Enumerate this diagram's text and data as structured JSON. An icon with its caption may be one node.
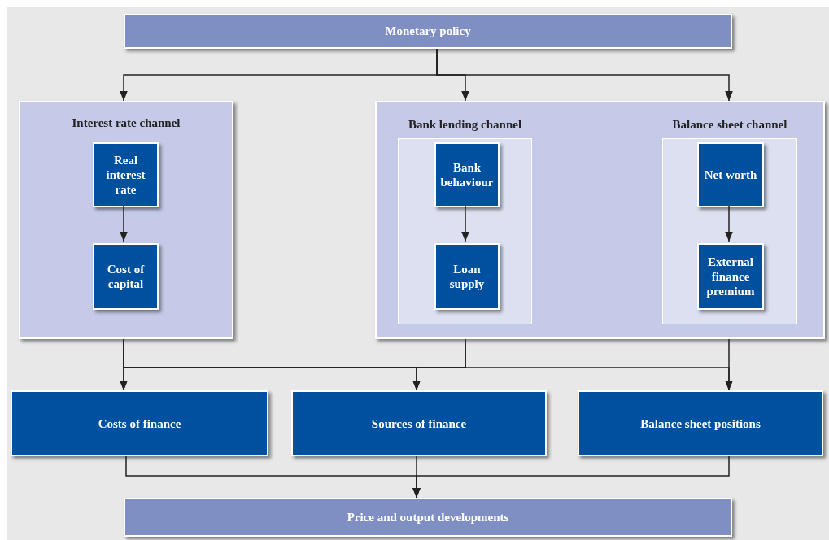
{
  "diagram": {
    "nodes": [
      {
        "text": [
          "Monetary policy"
        ]
      },
      {
        "text": [
          "Interest rate channel"
        ]
      },
      {
        "text": [
          "Real interest rate"
        ],
        "in": 1
      },
      {
        "text": [
          "Cost of capital"
        ],
        "in": 1
      },
      {
        "text": [],
        "shape": "box"
      },
      {
        "text": [
          "Bank lending channel"
        ],
        "in": 4
      },
      {
        "text": [
          "Bank behaviour"
        ],
        "in": 5
      },
      {
        "text": [
          "Loan supply"
        ],
        "in": 5
      },
      {
        "text": [
          "Balance sheet channel"
        ],
        "in": 4
      },
      {
        "text": [
          "Net worth"
        ],
        "in": 8
      },
      {
        "text": [
          "External finance premium"
        ],
        "in": 8
      },
      {
        "text": [
          "Costs of finance"
        ]
      },
      {
        "text": [
          "Sources of finance"
        ]
      },
      {
        "text": [
          "Balance sheet positions"
        ]
      },
      {
        "text": [
          "Price and output developments"
        ]
      }
    ],
    "edges": [
      {
        "from": 0,
        "to": 1,
        "arrow": "to"
      },
      {
        "from": 0,
        "to": 4,
        "arrow": "to"
      },
      {
        "from": 0,
        "to": 4,
        "arrow": "to"
      },
      {
        "from": 2,
        "to": 3,
        "arrow": "to"
      },
      {
        "from": 6,
        "to": 7,
        "arrow": "to"
      },
      {
        "from": 9,
        "to": 10,
        "arrow": "to"
      },
      {
        "from": 1,
        "to": 11,
        "arrow": "to"
      },
      {
        "from": 1,
        "to": 12,
        "arrow": "to"
      },
      {
        "from": 1,
        "to": 13,
        "arrow": "to"
      },
      {
        "from": 4,
        "to": 11,
        "arrow": "to"
      },
      {
        "from": 4,
        "to": 12,
        "arrow": "to"
      },
      {
        "from": 4,
        "to": 13,
        "arrow": "to"
      },
      {
        "from": 11,
        "to": 14,
        "arrow": "to"
      },
      {
        "from": 12,
        "to": 14,
        "arrow": "to"
      },
      {
        "from": 13,
        "to": 14,
        "arrow": "to"
      }
    ]
  }
}
